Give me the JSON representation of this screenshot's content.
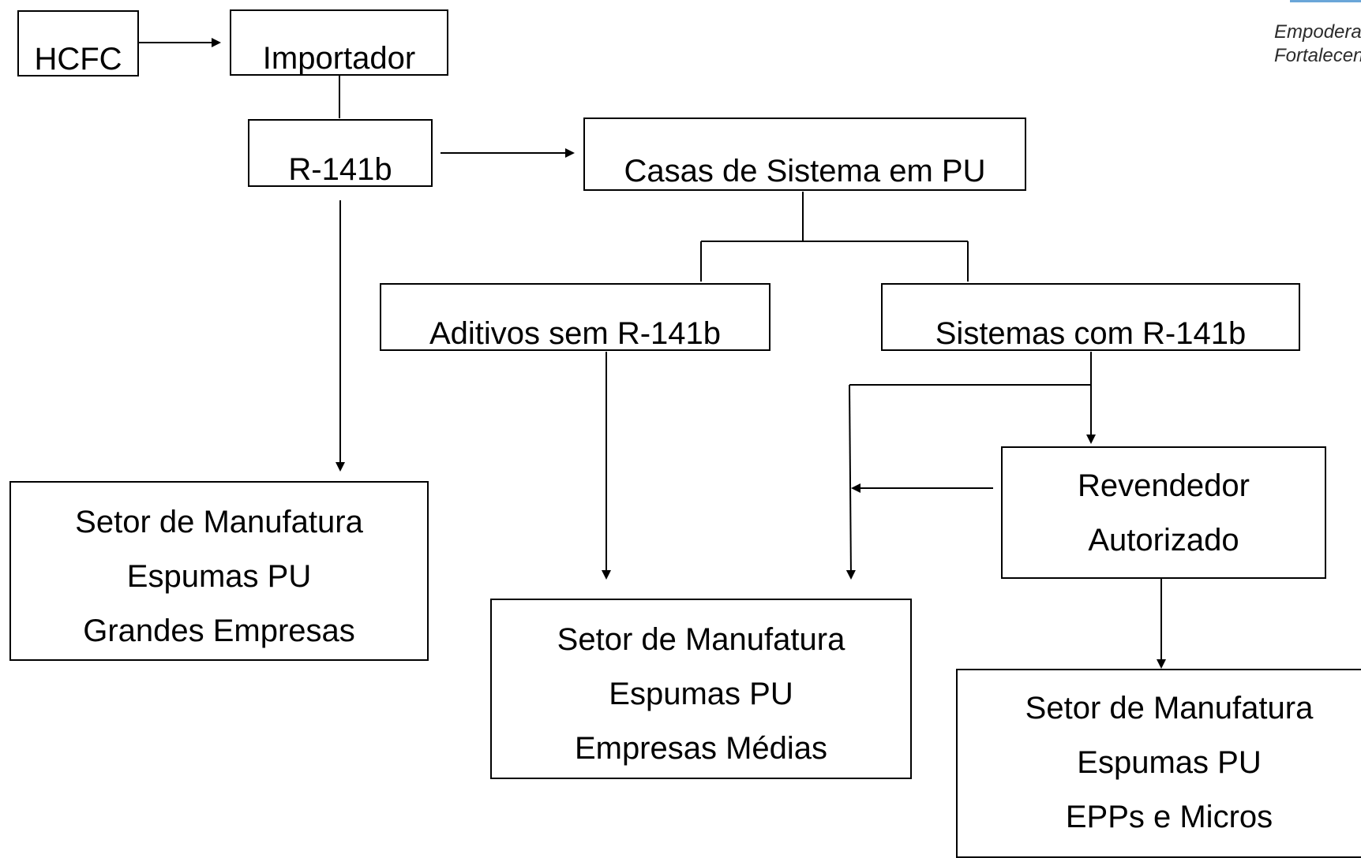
{
  "nodes": {
    "hcfc": "HCFC",
    "importador": "Importador",
    "r141b": "R-141b",
    "casas": "Casas de Sistema em PU",
    "aditivos": "Aditivos sem R-141b",
    "sistemas": "Sistemas com R-141b",
    "revendedor": [
      "Revendedor",
      "Autorizado"
    ],
    "grandes": [
      "Setor de Manufatura",
      "Espumas PU",
      "Grandes Empresas"
    ],
    "medias": [
      "Setor de Manufatura",
      "Espumas PU",
      "Empresas Médias"
    ],
    "epps": [
      "Setor de Manufatura",
      "Espumas PU",
      "EPPs e Micros"
    ]
  },
  "corner_text": [
    "Empoderand",
    "Fortalecendo"
  ]
}
